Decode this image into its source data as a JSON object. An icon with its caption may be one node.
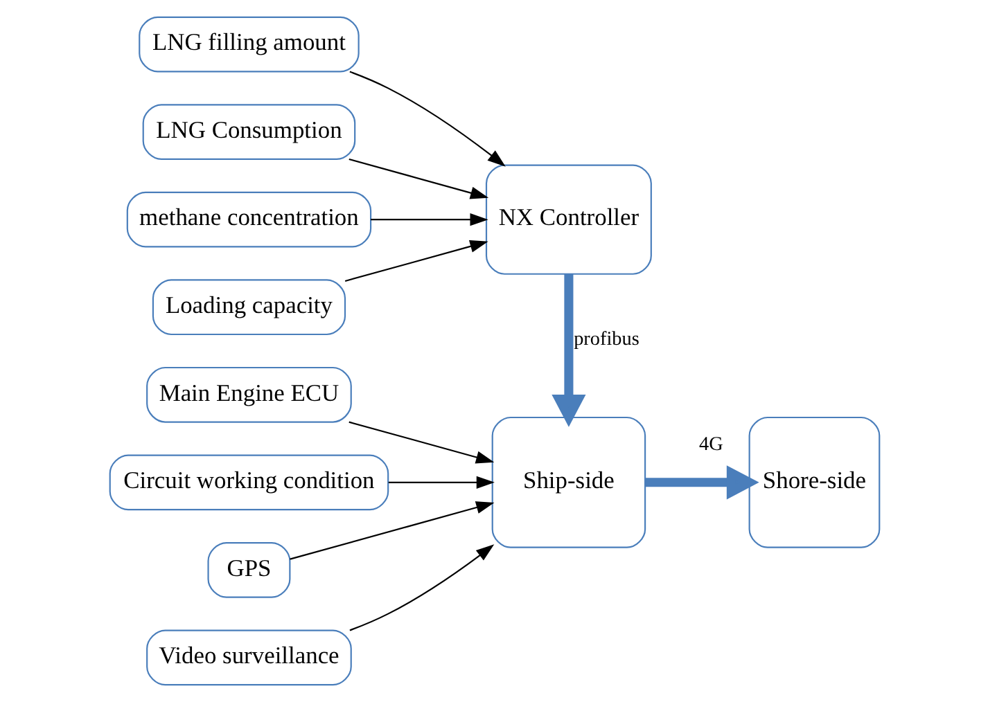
{
  "diagram": {
    "nodes": [
      {
        "text": [
          "LNG filling amount"
        ]
      },
      {
        "text": [
          "LNG Consumption"
        ]
      },
      {
        "text": [
          "methane concentration"
        ]
      },
      {
        "text": [
          "Loading capacity"
        ]
      },
      {
        "text": [
          "Main Engine ECU"
        ]
      },
      {
        "text": [
          "Circuit working condition"
        ]
      },
      {
        "text": [
          "GPS"
        ]
      },
      {
        "text": [
          "Video surveillance"
        ]
      },
      {
        "text": [
          "NX Controller"
        ]
      },
      {
        "text": [
          "Ship-side"
        ]
      },
      {
        "text": [
          "Shore-side"
        ]
      }
    ],
    "edges": [
      {
        "from": 0,
        "to": 8,
        "arrow": "to"
      },
      {
        "from": 1,
        "to": 8,
        "arrow": "to"
      },
      {
        "from": 2,
        "to": 8,
        "arrow": "to"
      },
      {
        "from": 3,
        "to": 8,
        "arrow": "to"
      },
      {
        "from": 4,
        "to": 9,
        "arrow": "to"
      },
      {
        "from": 5,
        "to": 9,
        "arrow": "to"
      },
      {
        "from": 6,
        "to": 9,
        "arrow": "to"
      },
      {
        "from": 7,
        "to": 9,
        "arrow": "to"
      },
      {
        "from": 8,
        "to": 9,
        "arrow": "to",
        "label": "profibus",
        "style": "thick",
        "color": "#4a7ebb"
      },
      {
        "from": 9,
        "to": 10,
        "arrow": "to",
        "label": "4G",
        "style": "thick",
        "color": "#4a7ebb"
      }
    ]
  }
}
